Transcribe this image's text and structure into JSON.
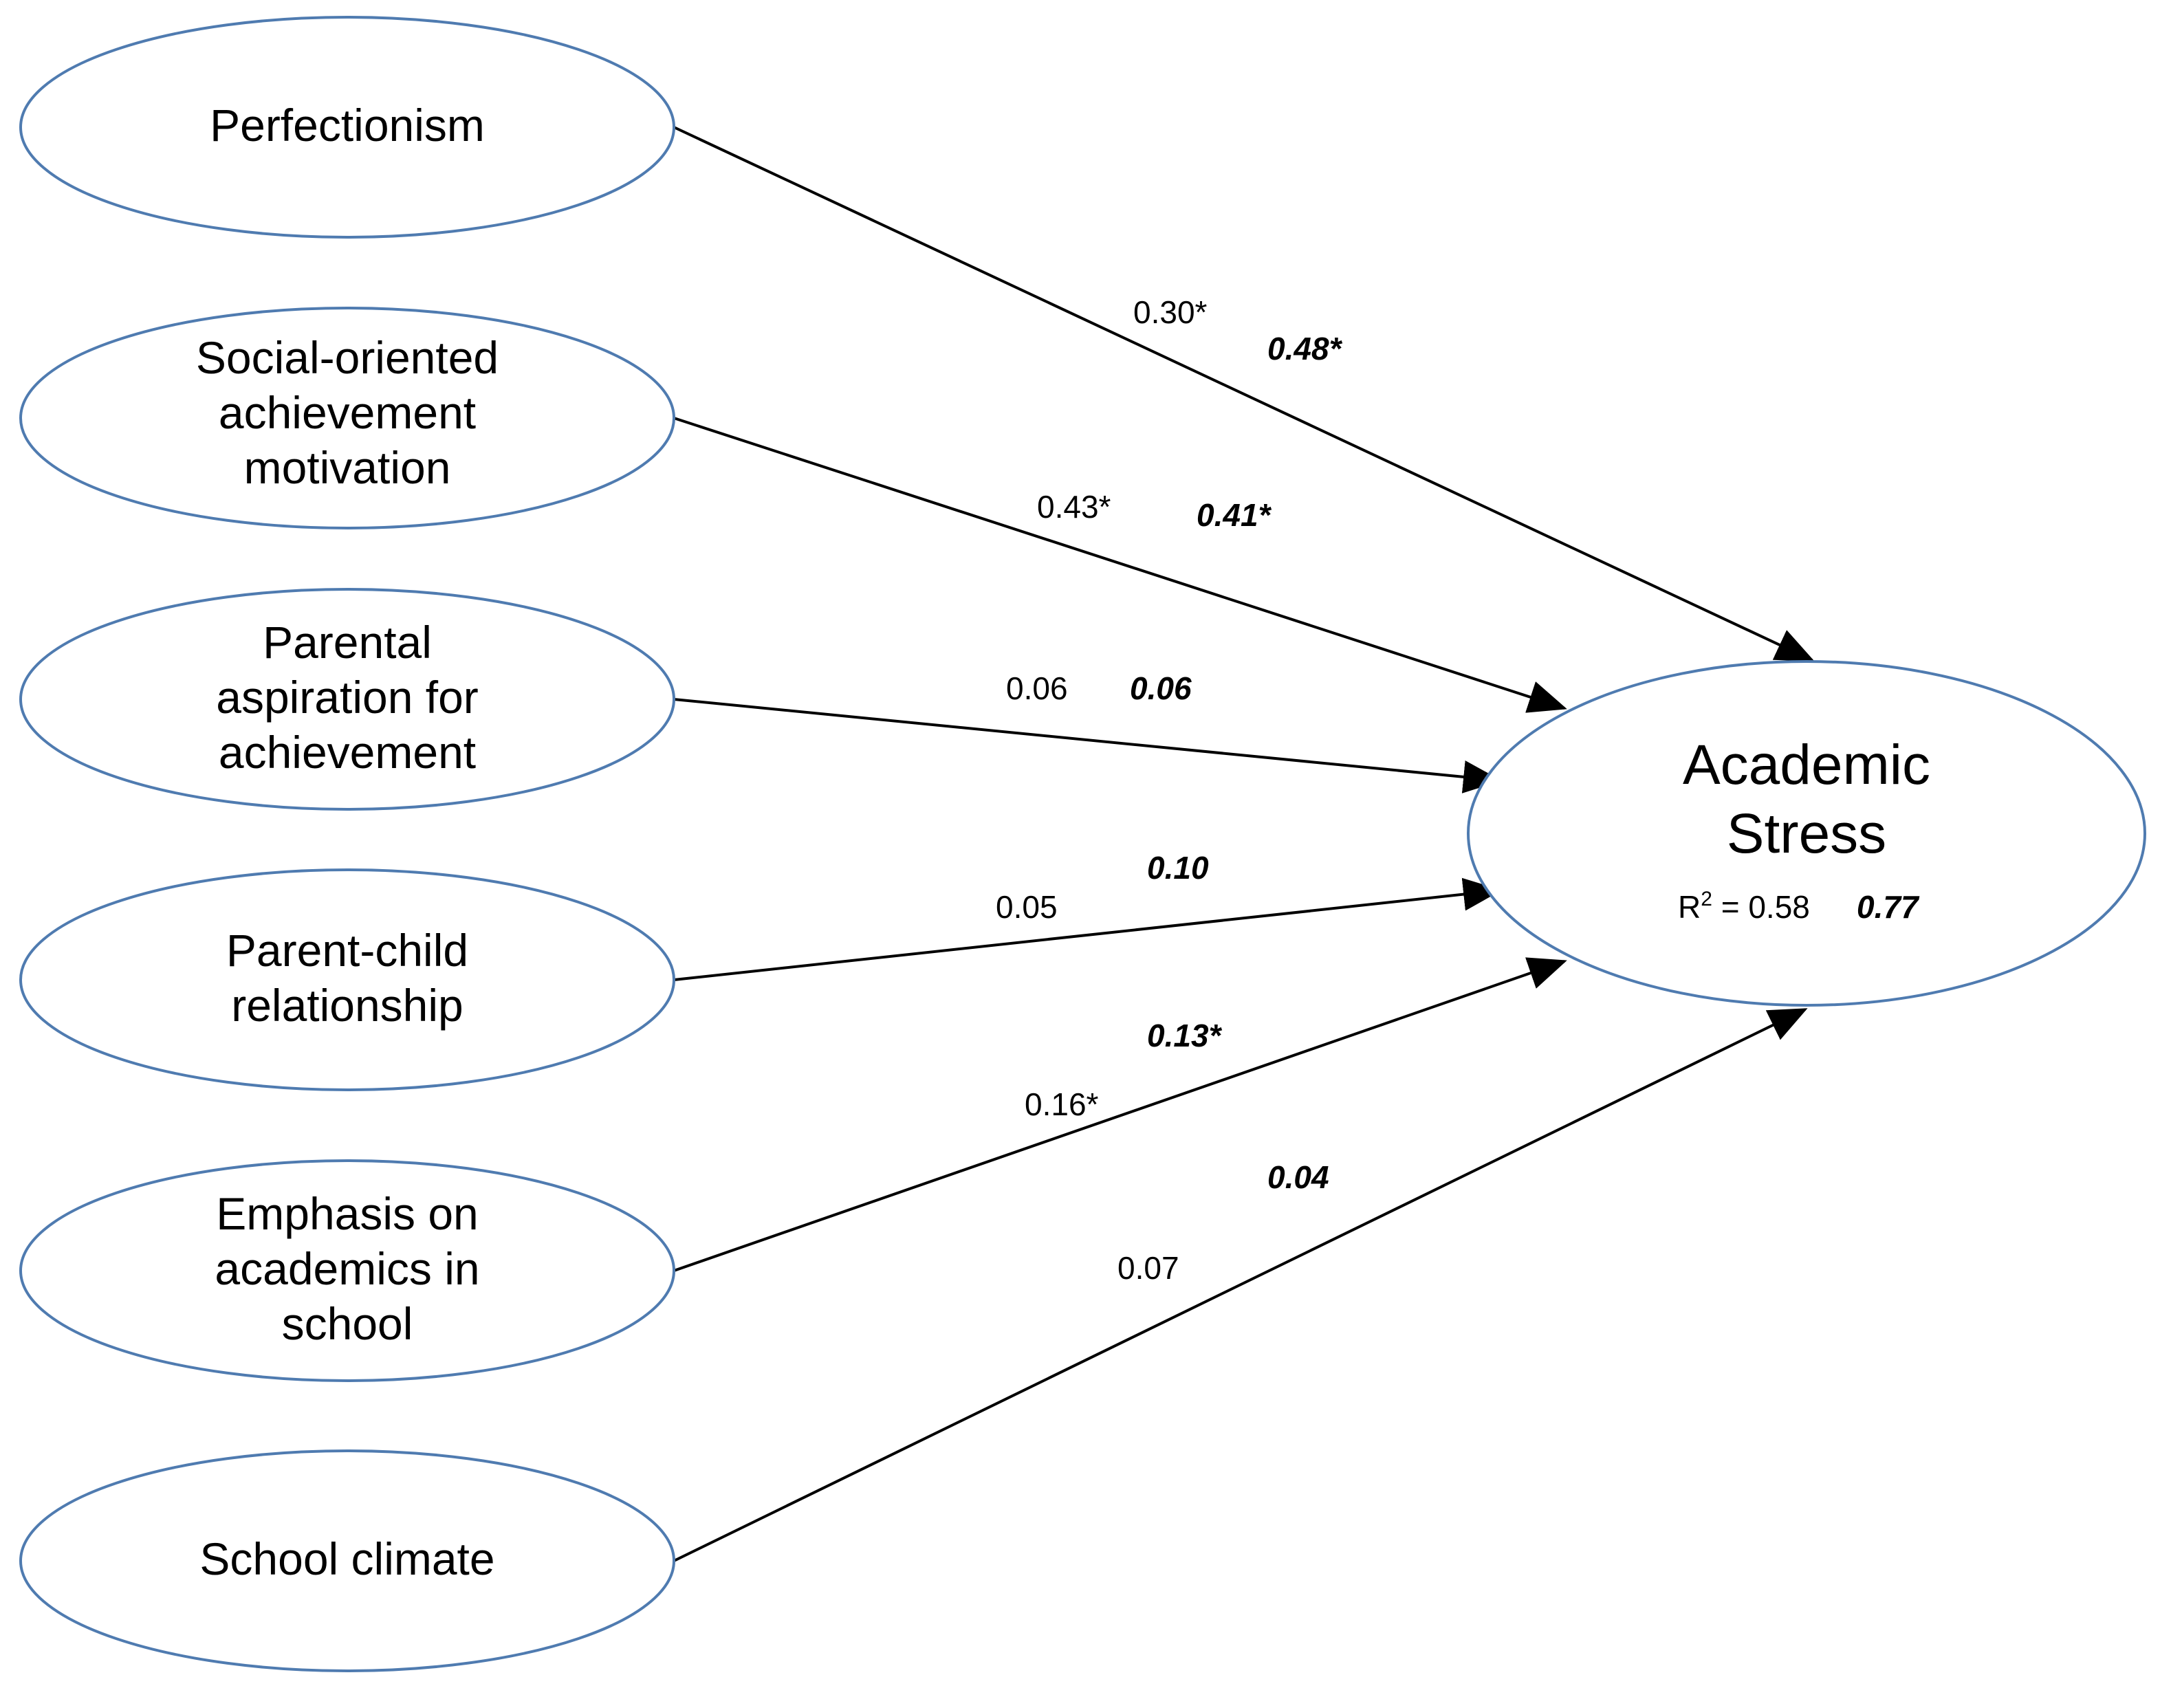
{
  "predictors": [
    {
      "id": "perfectionism",
      "lines": [
        "Perfectionism"
      ],
      "coef": "0.30*",
      "coef_bold": "0.48*"
    },
    {
      "id": "social-oriented-achievement-motivation",
      "lines": [
        "Social-oriented",
        "achievement",
        "motivation"
      ],
      "coef": "0.43*",
      "coef_bold": "0.41*"
    },
    {
      "id": "parental-aspiration",
      "lines": [
        "Parental",
        "aspiration for",
        "achievement"
      ],
      "coef": "0.06",
      "coef_bold": "0.06"
    },
    {
      "id": "parent-child-relationship",
      "lines": [
        "Parent-child",
        "relationship"
      ],
      "coef": "0.05",
      "coef_bold": "0.10"
    },
    {
      "id": "emphasis-on-academics",
      "lines": [
        "Emphasis on",
        "academics in",
        "school"
      ],
      "coef": "0.16*",
      "coef_bold": "0.13*"
    },
    {
      "id": "school-climate",
      "lines": [
        "School climate"
      ],
      "coef": "0.07",
      "coef_bold": "0.04"
    }
  ],
  "outcome": {
    "lines": [
      "Academic",
      "Stress"
    ],
    "r2_prefix": "R",
    "r2_sup": "2",
    "r2_value": " = 0.58",
    "r2_bold": "0.77"
  },
  "colors": {
    "ellipse_stroke": "#4f7bb0",
    "arrow": "#000000",
    "text": "#000000"
  }
}
